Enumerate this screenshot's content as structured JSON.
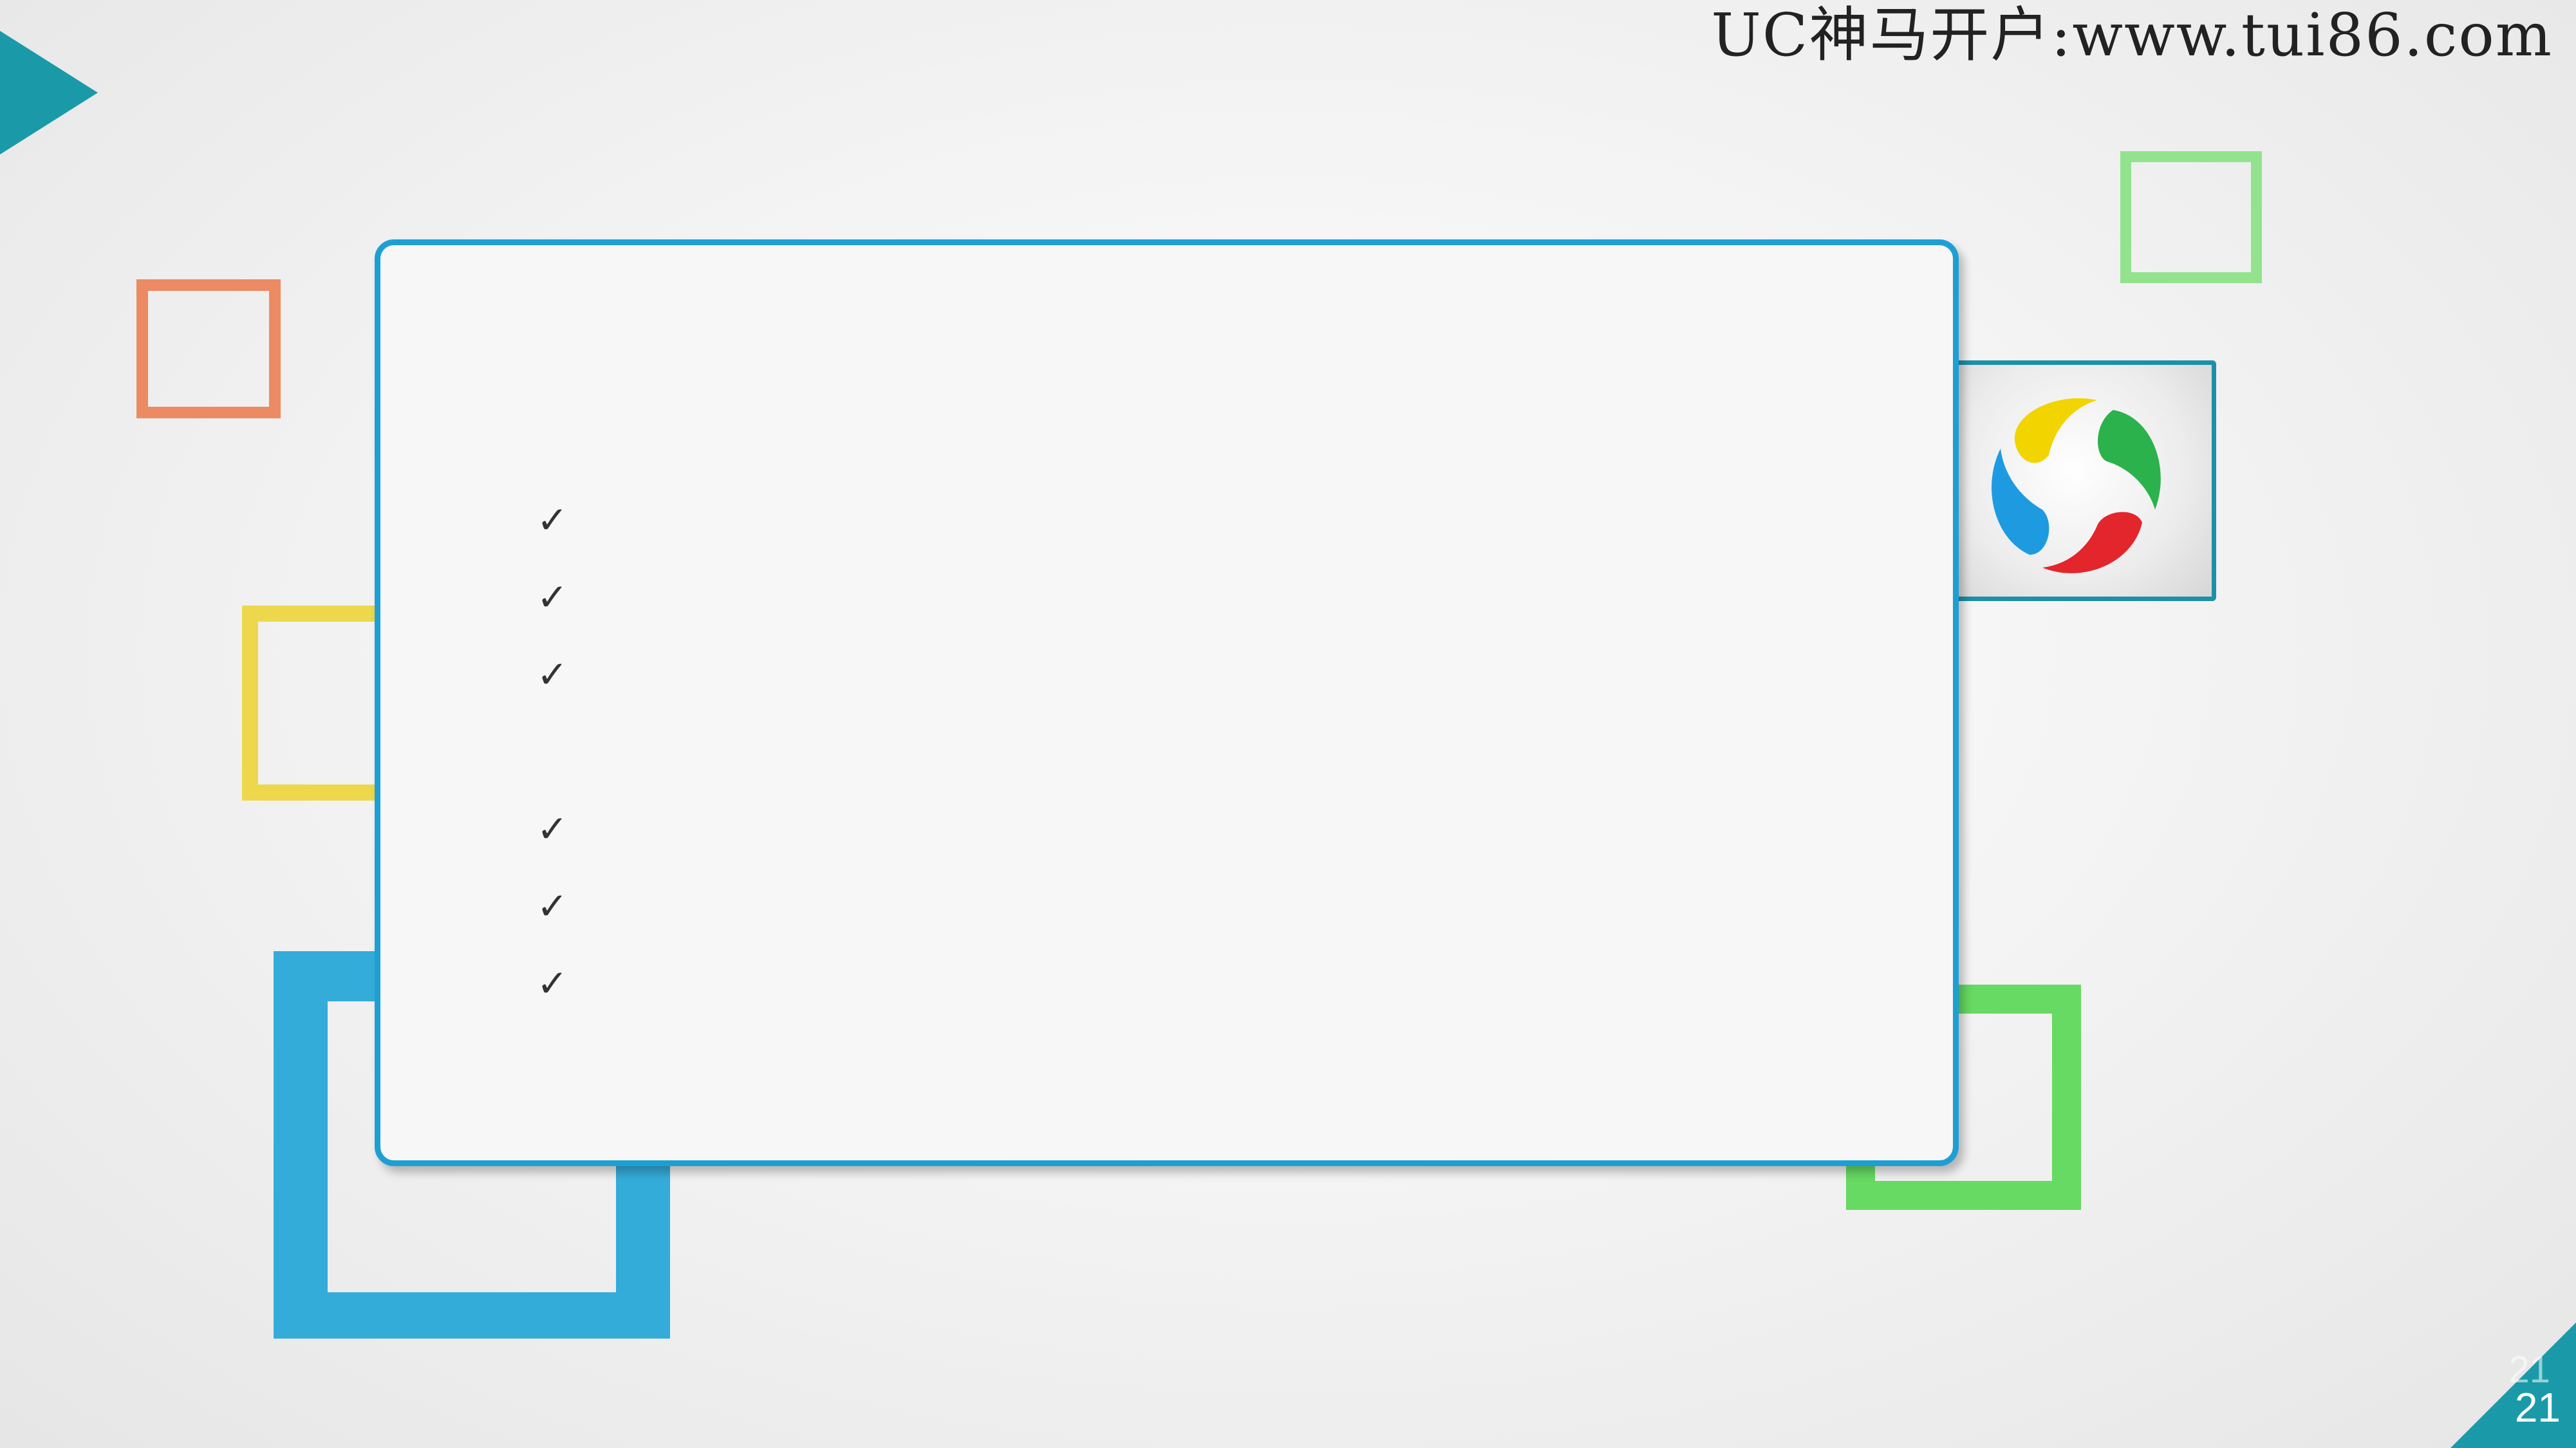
{
  "header": {
    "text": "UC神马开户:www.tui86.com"
  },
  "slide": {
    "checklist": [
      {
        "icon": "checkmark-icon",
        "glyph": "✓"
      },
      {
        "icon": "checkmark-icon",
        "glyph": "✓"
      },
      {
        "icon": "checkmark-icon",
        "glyph": "✓"
      },
      {
        "icon": "checkmark-icon",
        "glyph": "✓"
      },
      {
        "icon": "checkmark-icon",
        "glyph": "✓"
      },
      {
        "icon": "checkmark-icon",
        "glyph": "✓"
      }
    ],
    "page_number": "21",
    "page_number_shadow": "21"
  },
  "colors": {
    "accent_teal": "#1a9aa8",
    "card_border": "#1e9fd4",
    "frame_orange": "#ec8a63",
    "frame_yellow": "#ecd84a",
    "frame_blue": "#34acd9",
    "frame_green": "#66da62",
    "frame_light_green": "#93e28e",
    "logo_yellow": "#f2d400",
    "logo_green": "#2bb24c",
    "logo_red": "#e2262c",
    "logo_blue": "#1e9be0"
  }
}
